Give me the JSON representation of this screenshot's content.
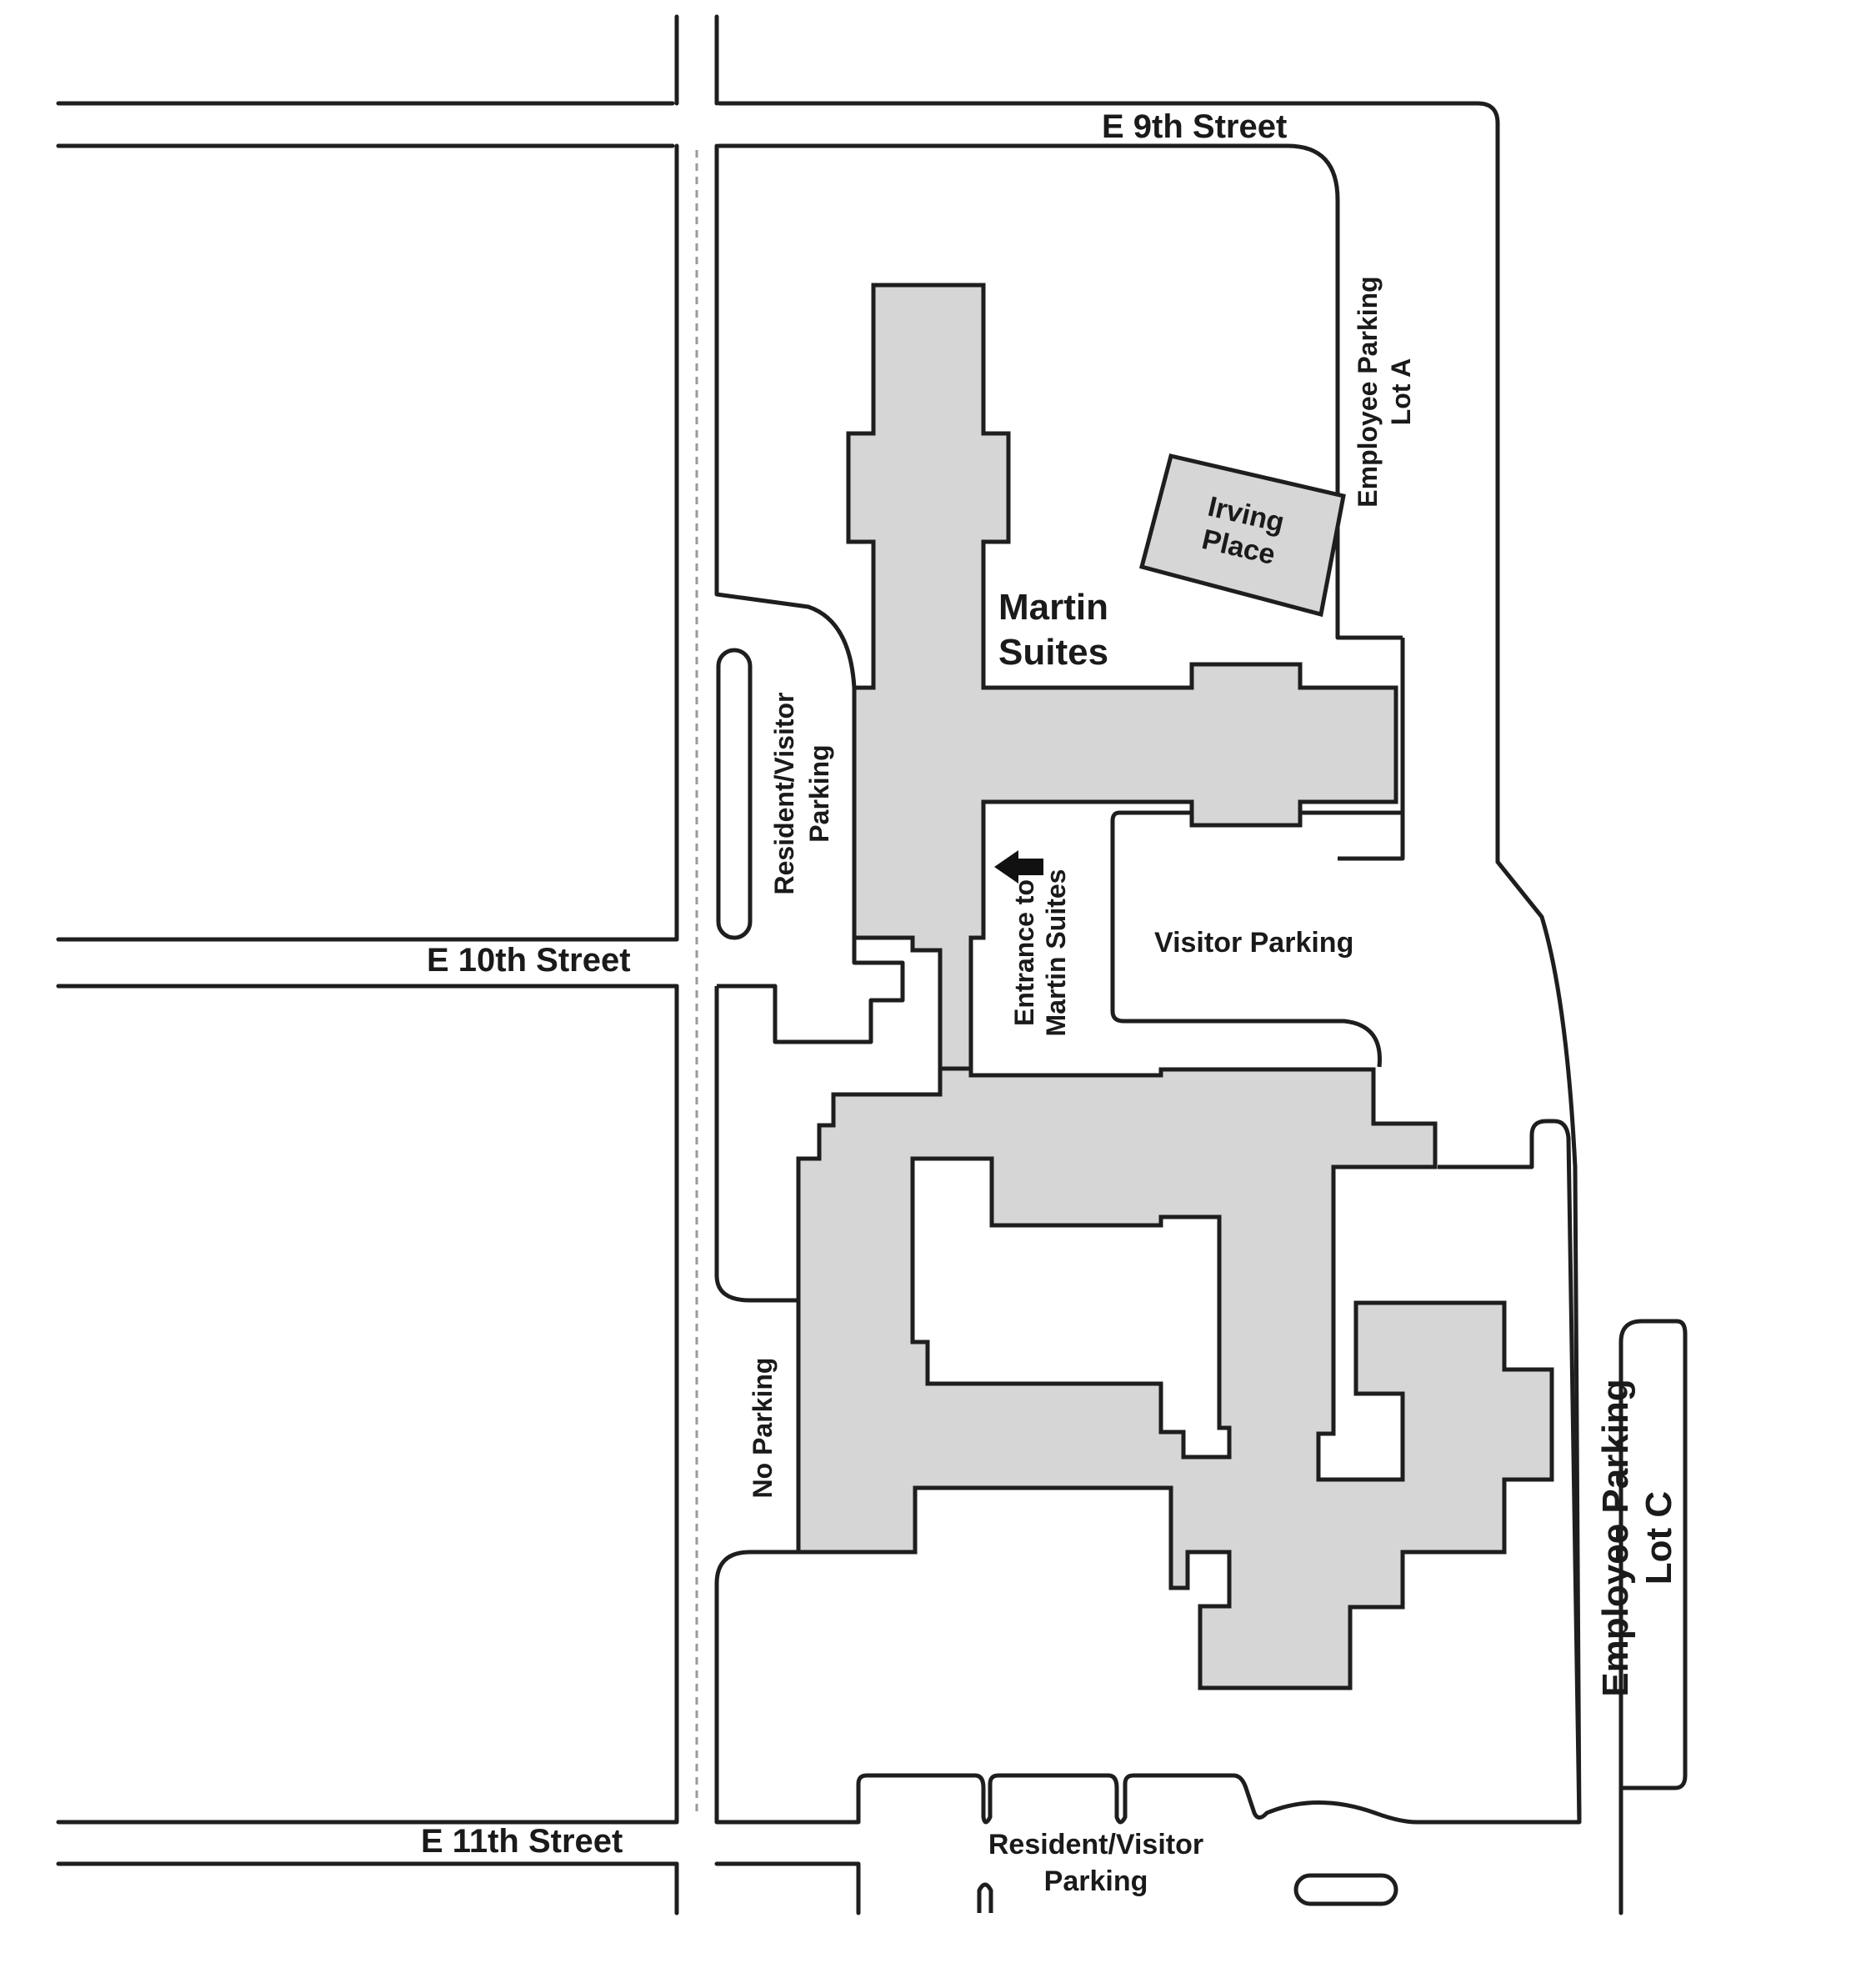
{
  "map": {
    "streets": {
      "e9": "E 9th Street",
      "e10": "E 10th Street",
      "e11": "E 11th Street"
    },
    "buildings": {
      "martin_suites_line1": "Martin",
      "martin_suites_line2": "Suites",
      "irving_place_line1": "Irving",
      "irving_place_line2": "Place"
    },
    "parking": {
      "employee_lot_a_line1": "Employee Parking",
      "employee_lot_a_line2": "Lot A",
      "resident_visitor_west_line1": "Resident/Visitor",
      "resident_visitor_west_line2": "Parking",
      "visitor": "Visitor Parking",
      "no_parking": "No Parking",
      "employee_lot_c_line1": "Employee Parking",
      "employee_lot_c_line2": "Lot C",
      "resident_visitor_south_line1": "Resident/Visitor",
      "resident_visitor_south_line2": "Parking"
    },
    "entrance": {
      "line1": "Entrance to",
      "line2": "Martin Suites",
      "icon": "arrow-left-icon"
    },
    "colors": {
      "building_fill": "#d6d6d6",
      "outline": "#1e1e1e",
      "background": "#ffffff"
    }
  }
}
